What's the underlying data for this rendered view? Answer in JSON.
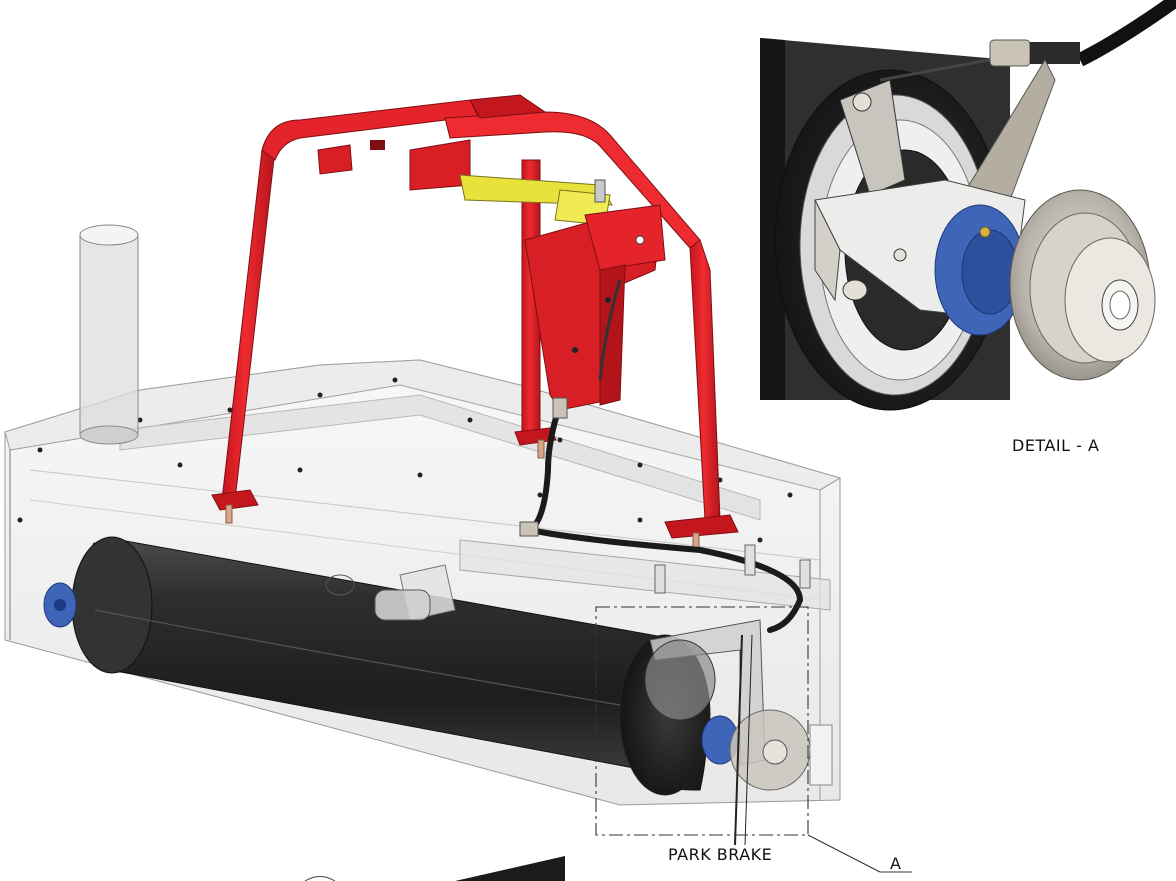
{
  "labels": {
    "detail": "DETAIL - A",
    "park_brake": "PARK BRAKE",
    "callout_letter": "A"
  },
  "colors": {
    "frame_red": "#e4232a",
    "frame_red_dark": "#a8141a",
    "roller_black": "#2b2b2b",
    "bearing_blue": "#3f65b8",
    "arm_yellow": "#e8e23a",
    "housing_gray": "#dcdcdc",
    "sprocket_gray": "#b9b6ad"
  }
}
